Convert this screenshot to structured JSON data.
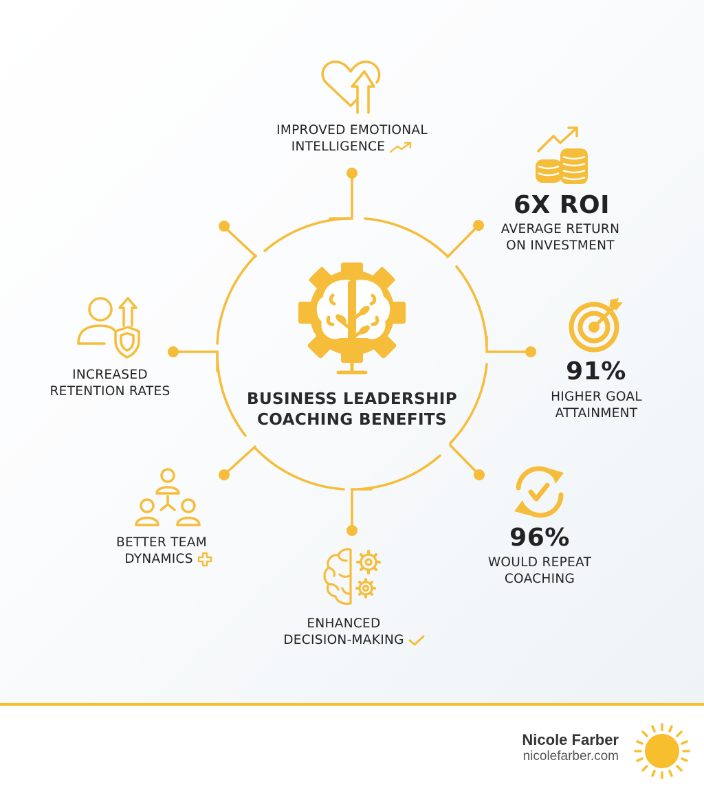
{
  "title": {
    "line1": "BUSINESS LEADERSHIP",
    "line2": "COACHING BENEFITS"
  },
  "benefits": [
    {
      "id": "emotional-intelligence",
      "line1": "IMPROVED EMOTIONAL",
      "line2": "INTELLIGENCE",
      "icon": "heart-arrow-up-icon",
      "suffix_icon": "trend-up-icon"
    },
    {
      "id": "roi",
      "stat": "6X ROI",
      "line1": "AVERAGE RETURN",
      "line2": "ON INVESTMENT",
      "icon": "coins-growth-icon"
    },
    {
      "id": "goal-attainment",
      "stat": "91%",
      "line1": "HIGHER GOAL",
      "line2": "ATTAINMENT",
      "icon": "target-arrow-icon"
    },
    {
      "id": "repeat-coaching",
      "stat": "96%",
      "line1": "WOULD REPEAT",
      "line2": "COACHING",
      "icon": "refresh-check-icon"
    },
    {
      "id": "decision-making",
      "line1": "ENHANCED",
      "line2": "DECISION-MAKING",
      "icon": "brain-gears-icon",
      "suffix_icon": "checkmark-icon"
    },
    {
      "id": "team-dynamics",
      "line1": "BETTER TEAM",
      "line2": "DYNAMICS",
      "icon": "team-network-icon",
      "suffix_icon": "plus-icon"
    },
    {
      "id": "retention",
      "line1": "INCREASED",
      "line2": "RETENTION RATES",
      "icon": "person-shield-up-icon"
    }
  ],
  "center_icon": "gear-brain-tree-icon",
  "footer": {
    "name": "Nicole Farber",
    "url": "nicolefarber.com",
    "logo_icon": "sun-icon"
  },
  "colors": {
    "accent": "#f7bf2e",
    "text": "#242424",
    "background": "#f8fafb"
  }
}
